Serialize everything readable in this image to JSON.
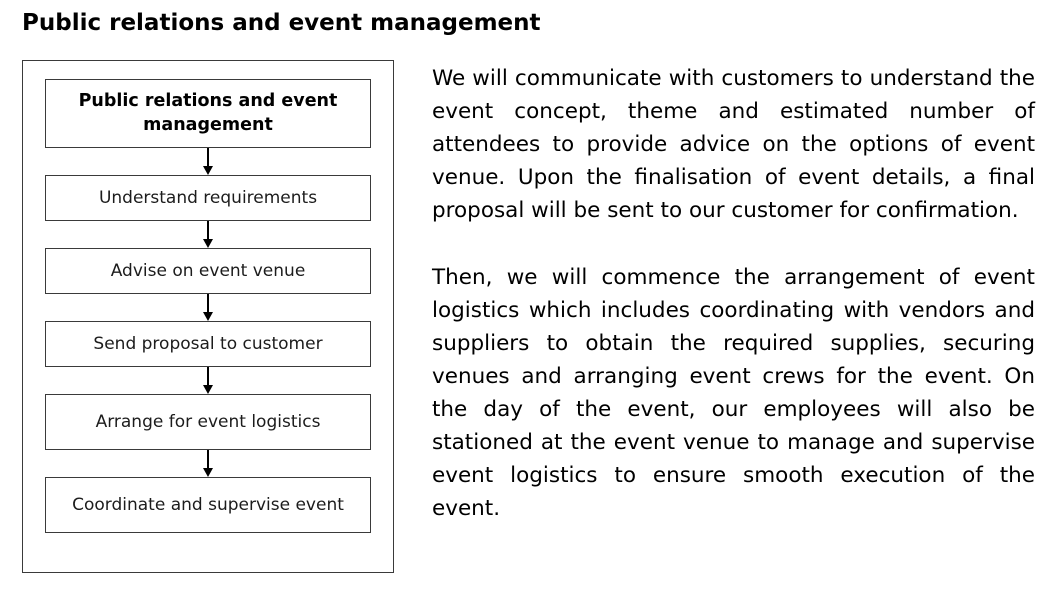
{
  "page": {
    "title": "Public relations and event management"
  },
  "flowchart": {
    "steps": [
      {
        "label": "Public relations and event management"
      },
      {
        "label": "Understand requirements"
      },
      {
        "label": "Advise on event venue"
      },
      {
        "label": "Send proposal to customer"
      },
      {
        "label": "Arrange for event logistics"
      },
      {
        "label": "Coordinate and supervise event"
      }
    ]
  },
  "body": {
    "paragraphs": [
      "We will communicate with customers to understand the event concept, theme and estimated number of attendees to provide advice on the options of event venue. Upon the finalisation of event details, a final proposal will be sent to our customer for confirmation.",
      "Then, we will commence the arrangement of event logistics which includes coordinating with vendors and suppliers to obtain the required supplies, securing venues and arranging event crews for the event. On the day of the event, our employees will also be stationed at the event venue to manage and supervise event logistics to ensure smooth execution of the event."
    ]
  }
}
